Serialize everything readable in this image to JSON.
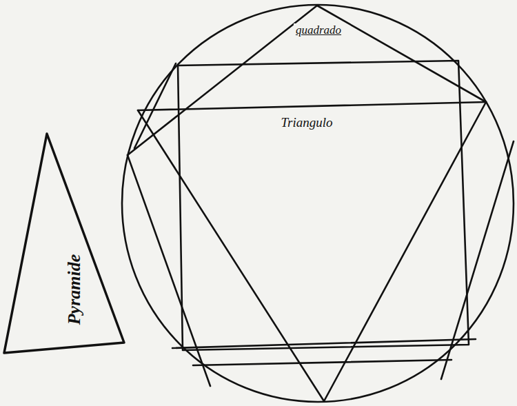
{
  "diagram": {
    "nodes": [
      {
        "text": [
          "Pyramide"
        ]
      }
    ],
    "labels": [
      "quadrado",
      "Triangulo"
    ]
  }
}
